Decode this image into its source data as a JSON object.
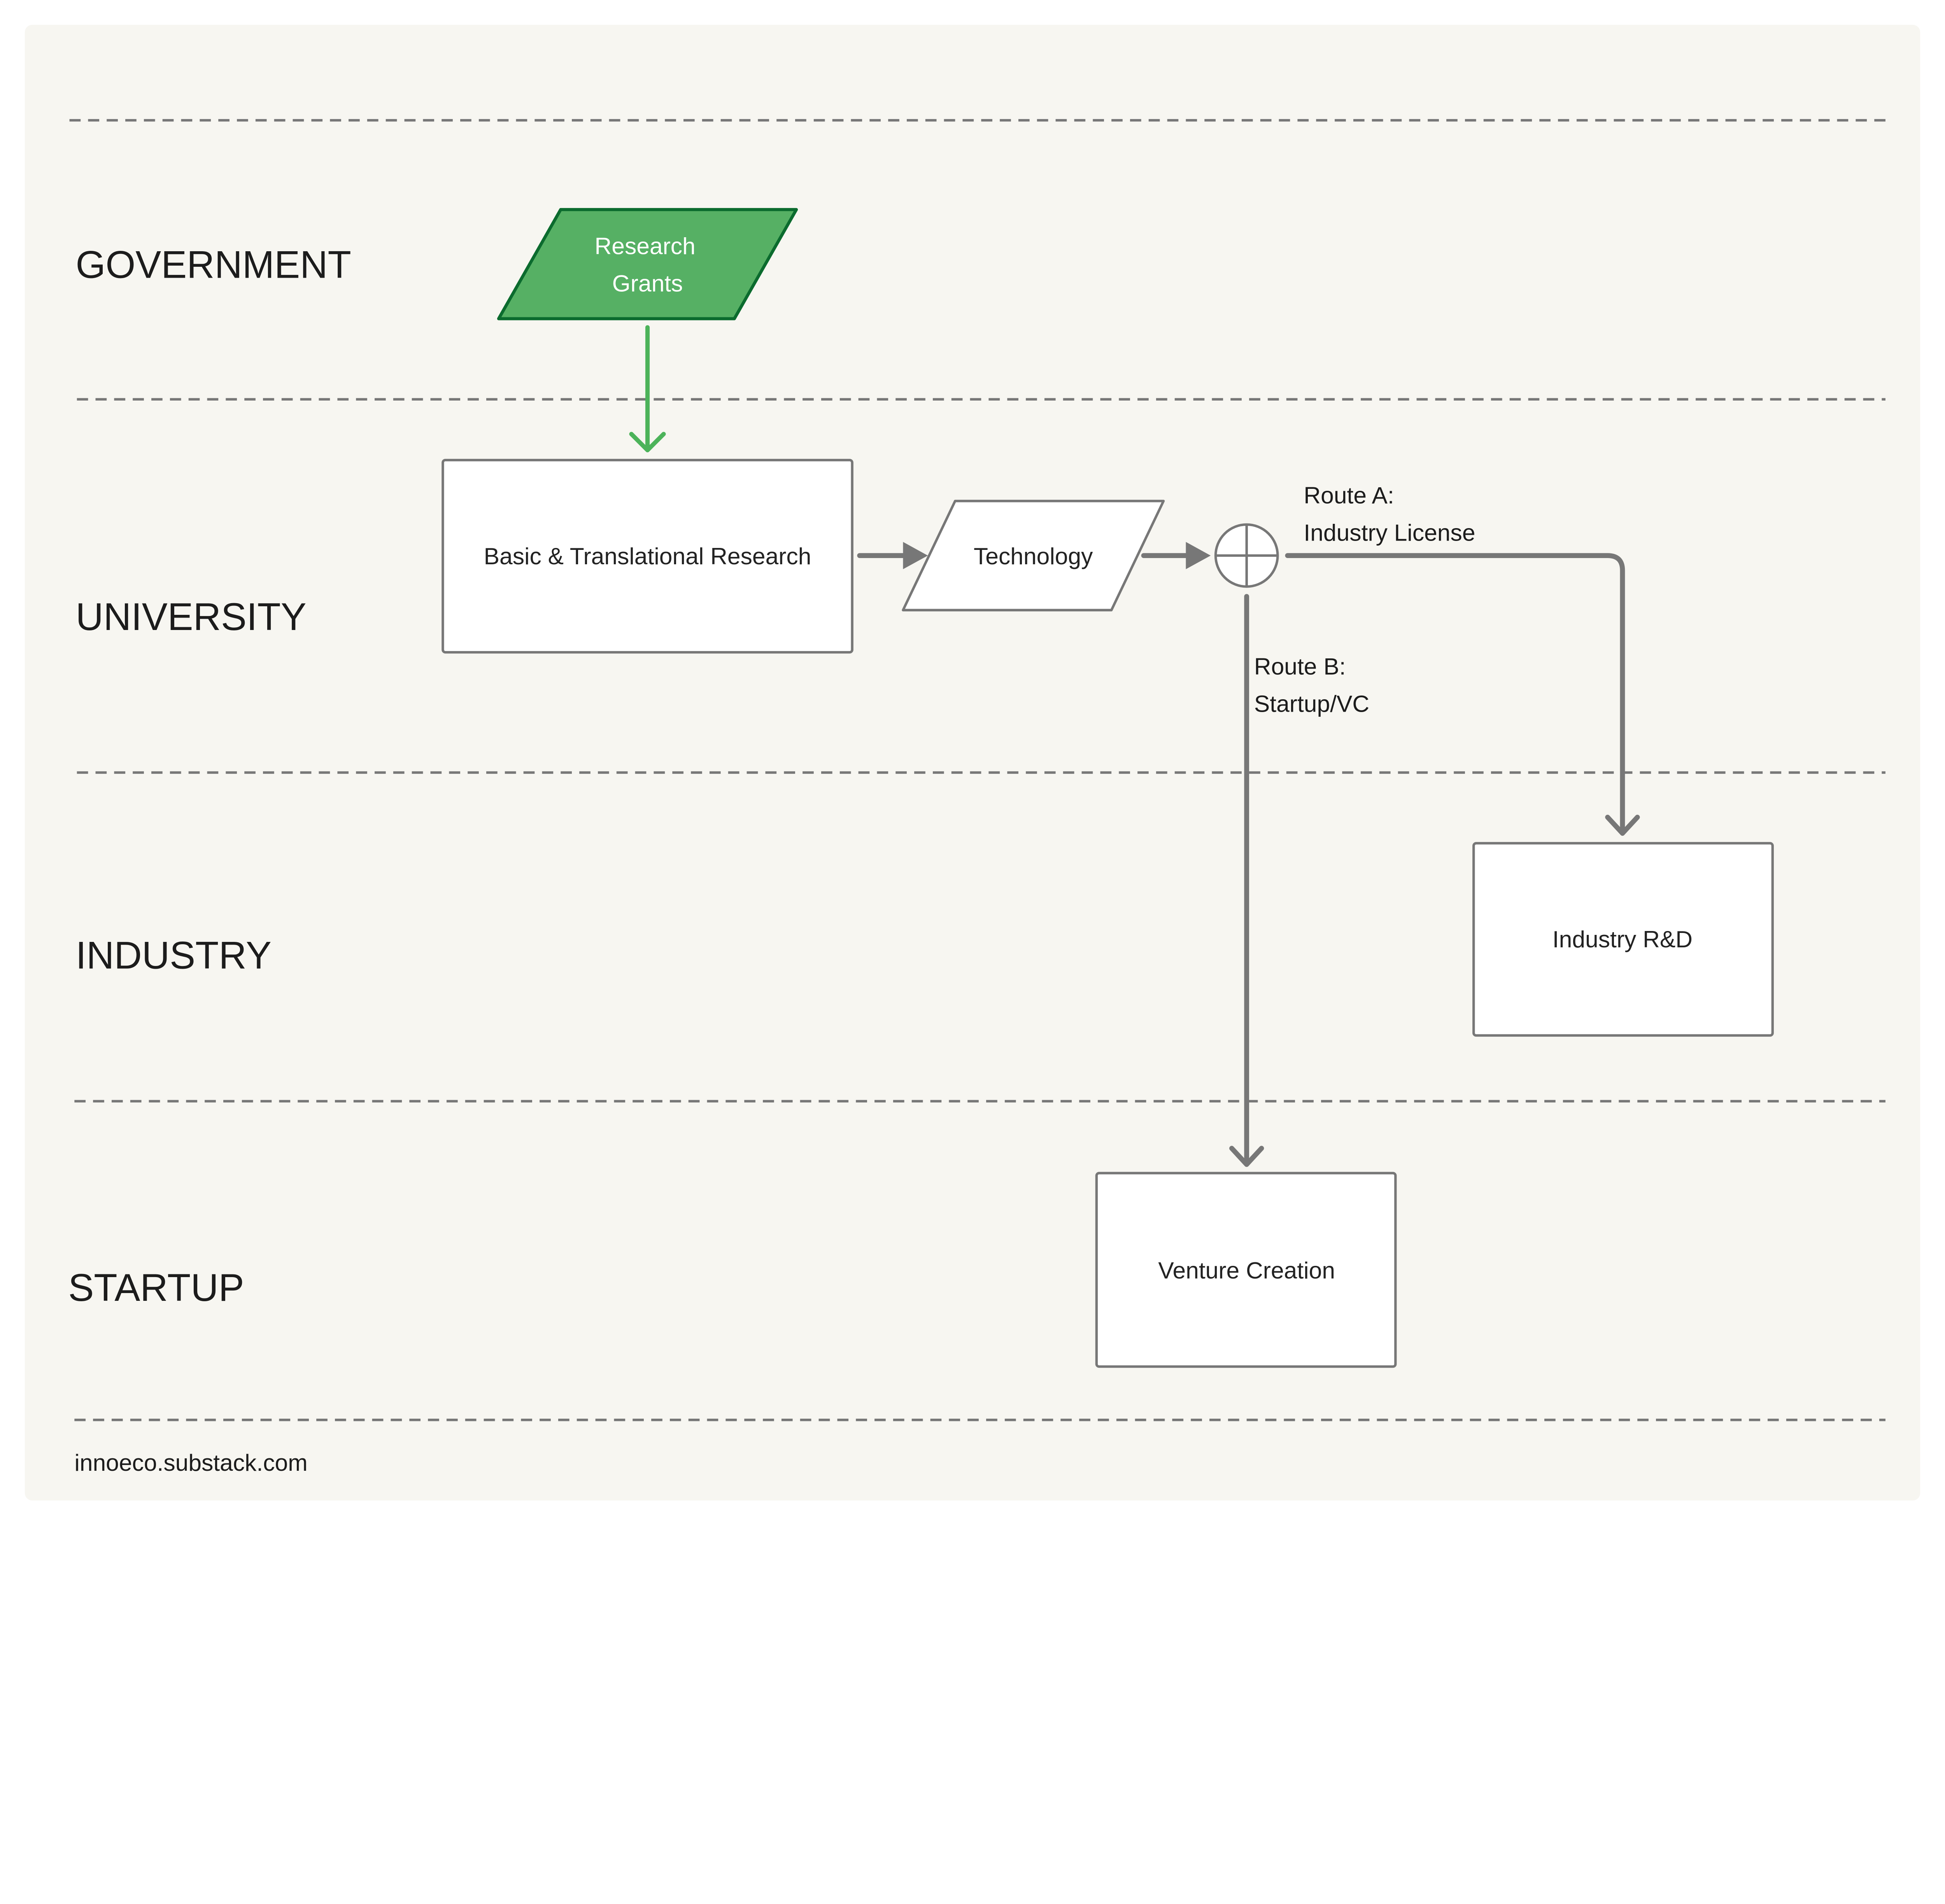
{
  "lanes": [
    "GOVERNMENT",
    "UNIVERSITY",
    "INDUSTRY",
    "STARTUP"
  ],
  "nodes": {
    "research_grants": {
      "line1": "Research",
      "line2": "Grants"
    },
    "basic_research": "Basic & Translational Research",
    "technology": "Technology",
    "industry_rd": "Industry R&D",
    "venture_creation": "Venture Creation"
  },
  "edges": {
    "route_a": {
      "line1": "Route A:",
      "line2": "Industry License"
    },
    "route_b": {
      "line1": "Route B:",
      "line2": "Startup/VC"
    }
  },
  "footer": "innoeco.substack.com",
  "colors": {
    "background": "#f7f6f1",
    "grant_fill": "#56b064",
    "grant_stroke": "#0b6b2e",
    "grant_arrow": "#4cb35a",
    "flow": "#777777"
  }
}
